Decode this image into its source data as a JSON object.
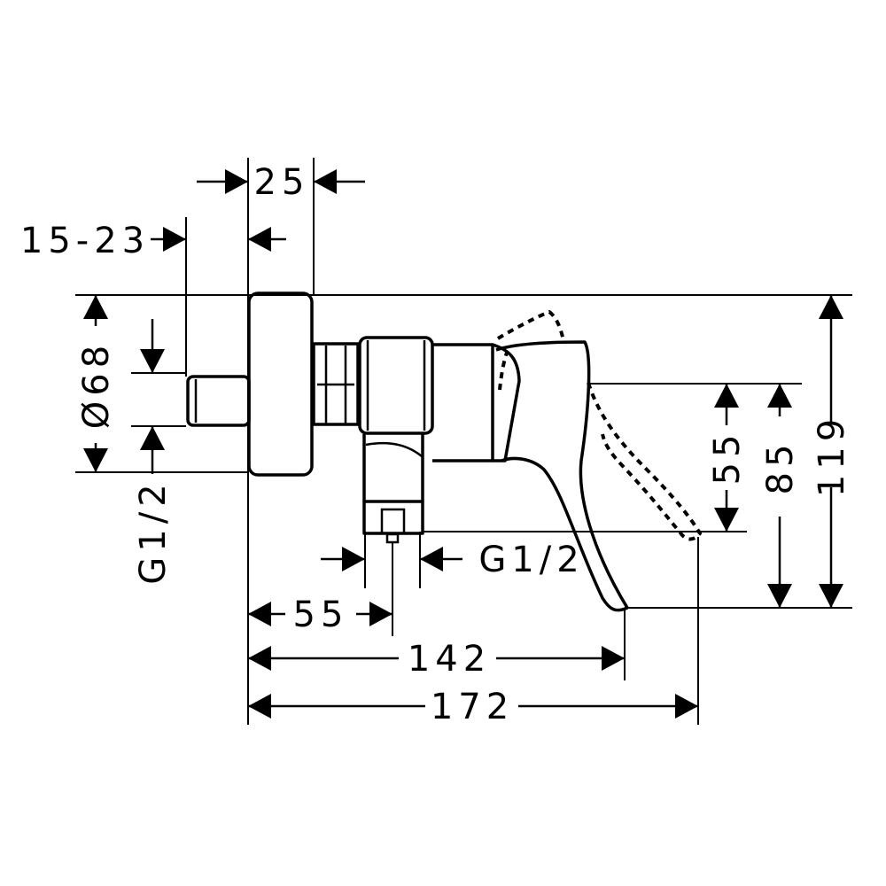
{
  "dimensions": {
    "top_25": "25",
    "range_15_23": "15-23",
    "diameter_68": "Ø68",
    "thread_left": "G1/2",
    "thread_bottom": "G1/2",
    "d_55_bottom": "55",
    "d_142": "142",
    "d_172": "172",
    "d_55_right": "55",
    "d_85": "85",
    "d_119": "119"
  },
  "colors": {
    "line": "#000000",
    "background": "#ffffff"
  }
}
